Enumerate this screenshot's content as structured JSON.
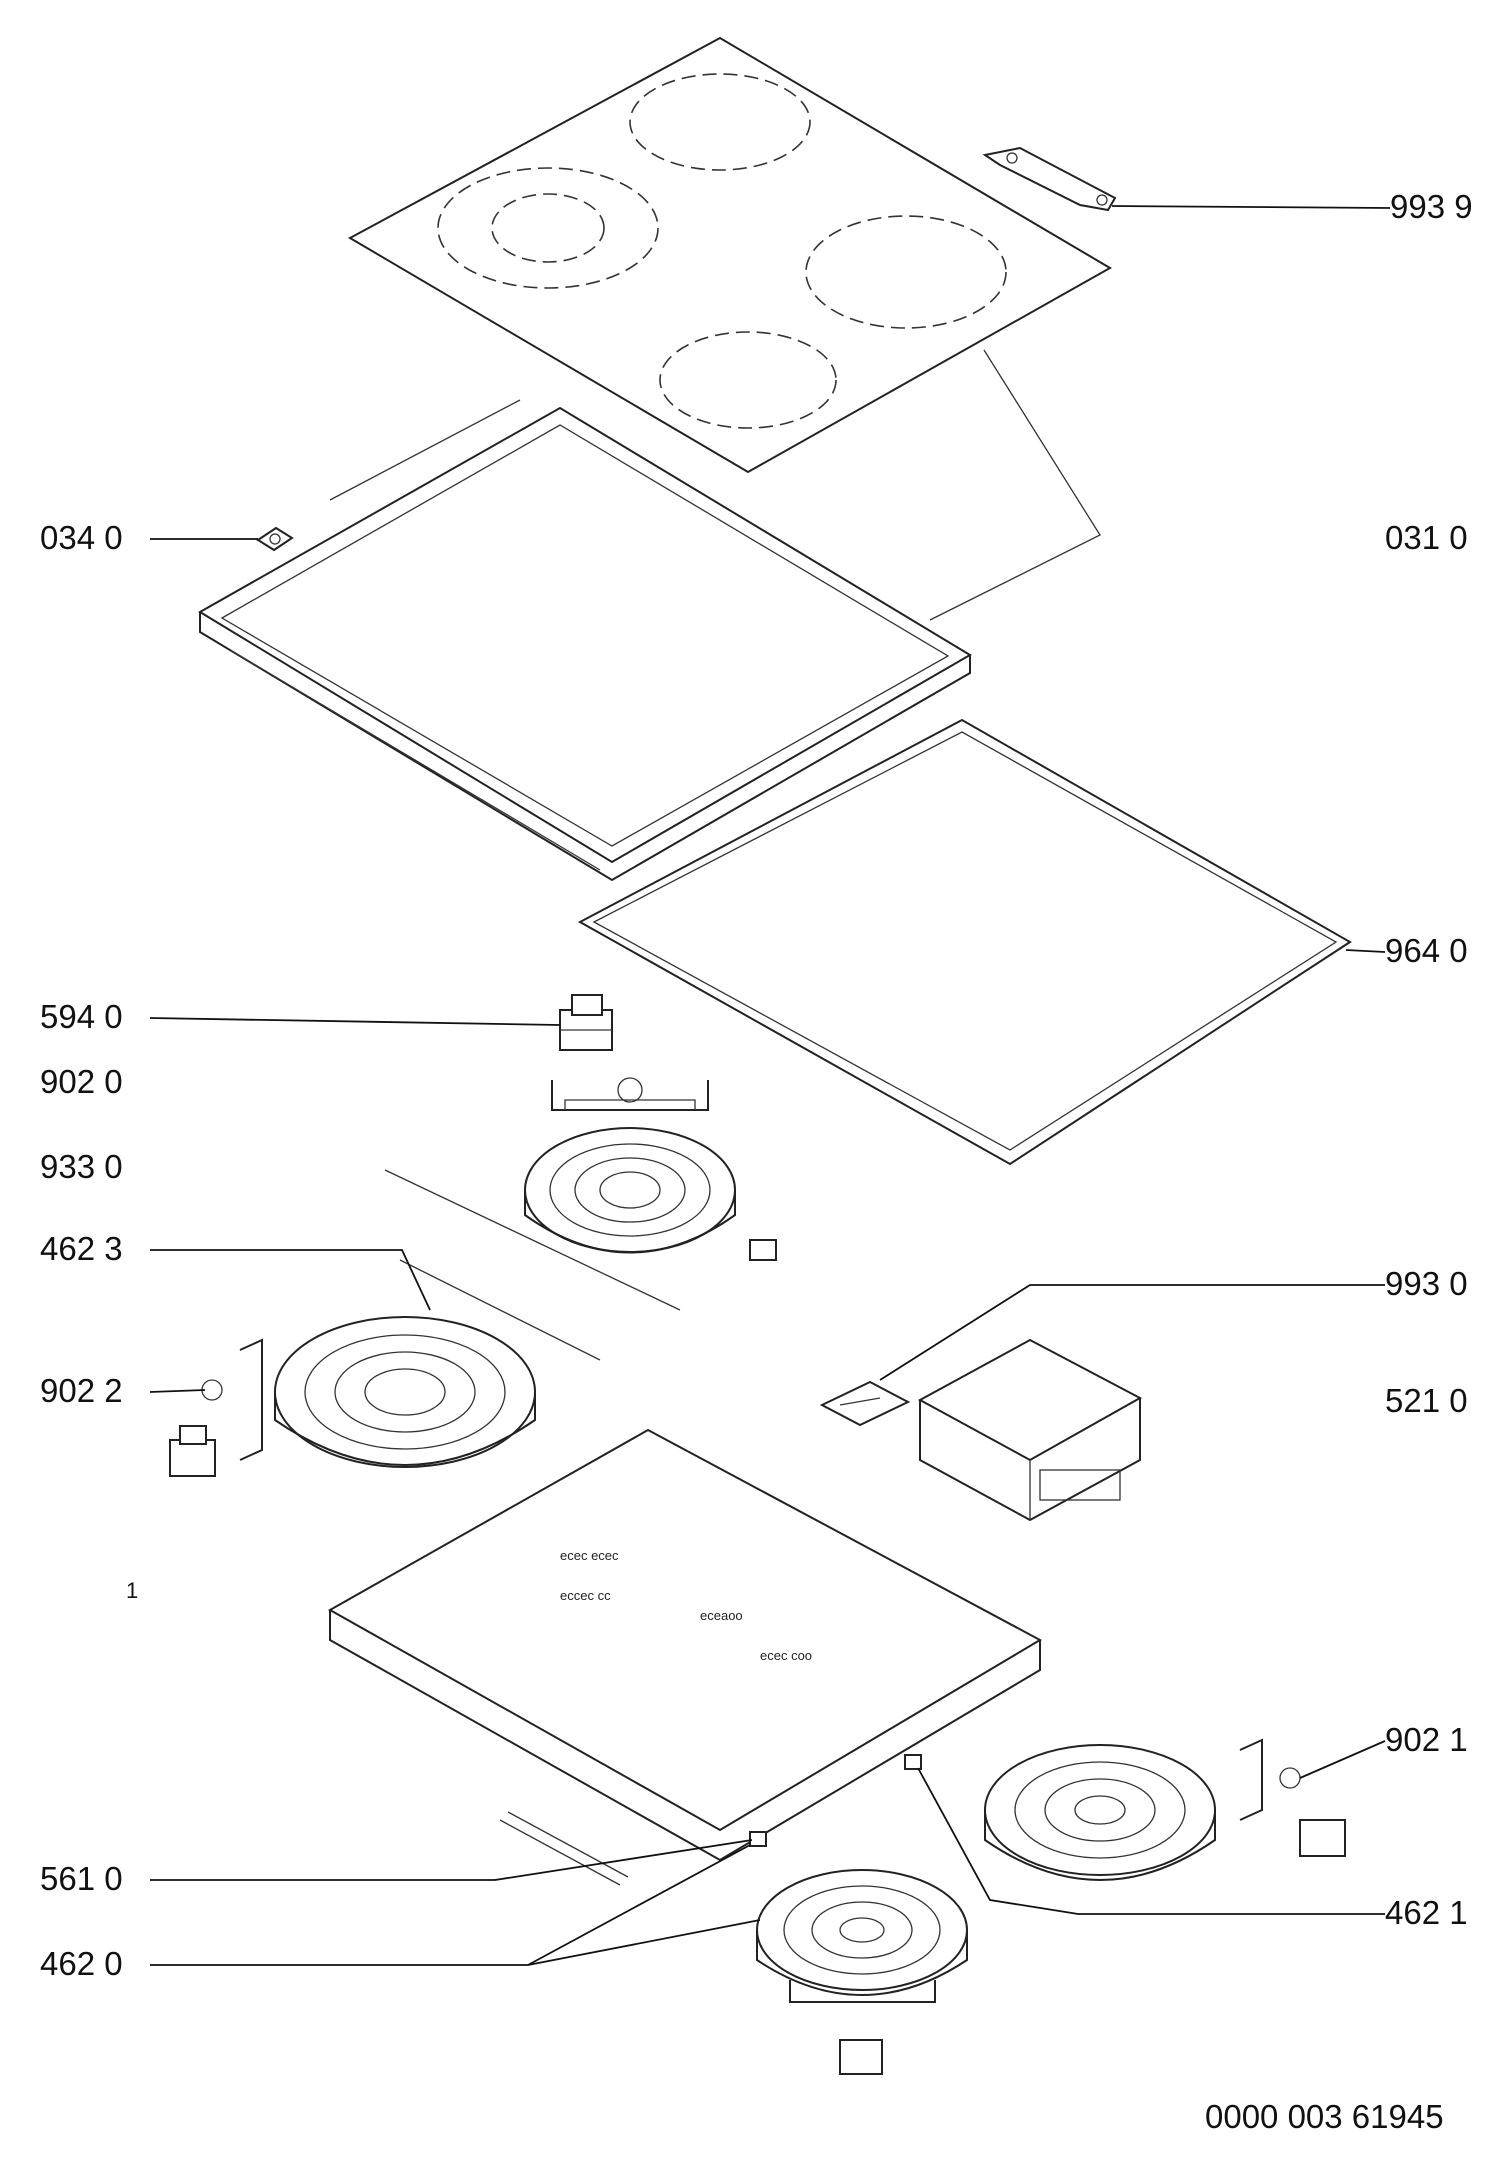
{
  "labels": {
    "p9939": "993 9",
    "p0340": "034 0",
    "p0310": "031 0",
    "p9640": "964 0",
    "p5940": "594 0",
    "p9020": "902 0",
    "p9330": "933 0",
    "p4623": "462 3",
    "p9930": "993 0",
    "p9022": "902 2",
    "p5210": "521 0",
    "p1": "1",
    "p9021": "902 1",
    "p5610": "561 0",
    "p4621": "462 1",
    "p4620": "462 0"
  },
  "drawing_number": "0000 003 61945"
}
